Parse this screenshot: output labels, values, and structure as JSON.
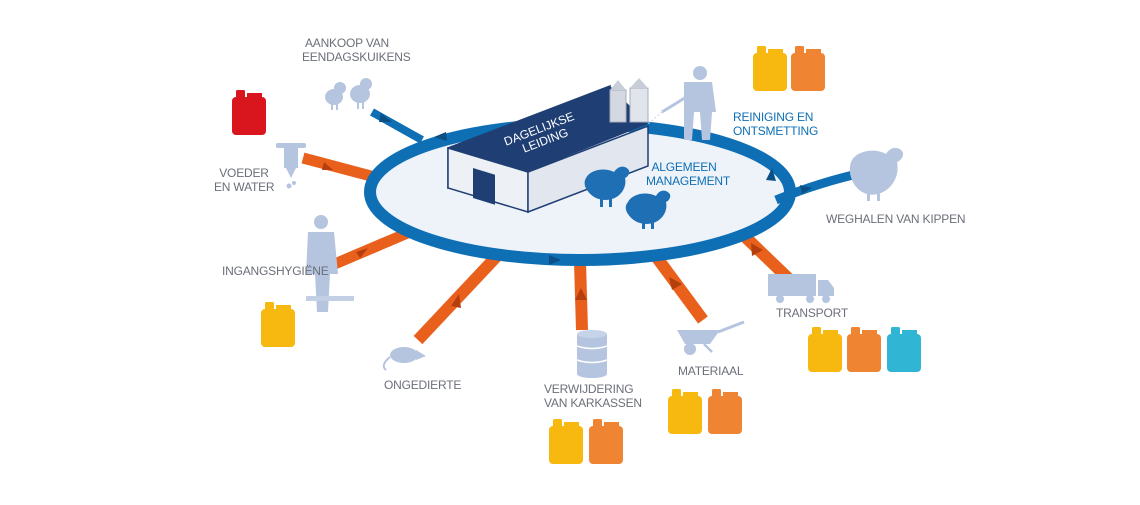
{
  "colors": {
    "ring_blue": "#0e6fb5",
    "barn_navy": "#1f3f74",
    "hen_blue": "#1f6fb5",
    "arrow_orange": "#e8601c",
    "silhouette": "#b5c4df",
    "ellipse_fill": "#eef3fa",
    "text_grey": "#6b6f78",
    "can_red": "#d9151e",
    "can_yellow": "#f7b90f",
    "can_orange": "#ef8432",
    "can_cyan": "#30b6d4"
  },
  "diagram": {
    "barn_label": [
      "DAGELIJKSE",
      "LEIDING"
    ],
    "center_label": [
      "ALGEMEEN",
      "MANAGEMENT"
    ],
    "nodes": {
      "aankoop": {
        "lines": [
          "AANKOOP VAN",
          "EENDAGSKUIKENS"
        ],
        "icon": "chick-icon",
        "cans": [],
        "flow": "in"
      },
      "voeder": {
        "lines": [
          "VOEDER",
          "EN WATER"
        ],
        "icon": "feeder-icon",
        "cans": [
          "red"
        ],
        "flow": "in"
      },
      "ingang": {
        "lines": [
          "INGANGSHYGIËNE"
        ],
        "icon": "person-icon",
        "cans": [
          "yellow"
        ],
        "flow": "in"
      },
      "ongedierte": {
        "lines": [
          "ONGEDIERTE"
        ],
        "icon": "rat-icon",
        "cans": [],
        "flow": "in"
      },
      "verwijdering": {
        "lines": [
          "VERWIJDERING",
          "VAN KARKASSEN"
        ],
        "icon": "barrel-icon",
        "cans": [
          "yellow",
          "orange"
        ],
        "flow": "in"
      },
      "materiaal": {
        "lines": [
          "MATERIAAL"
        ],
        "icon": "wheelbarrow-icon",
        "cans": [
          "yellow",
          "orange"
        ],
        "flow": "in"
      },
      "transport": {
        "lines": [
          "TRANSPORT"
        ],
        "icon": "truck-icon",
        "cans": [
          "yellow",
          "orange",
          "cyan"
        ],
        "flow": "in"
      },
      "weghalen": {
        "lines": [
          "WEGHALEN VAN KIPPEN"
        ],
        "icon": "hen-icon",
        "cans": [],
        "flow": "out"
      },
      "reiniging": {
        "lines": [
          "REINIGING EN",
          "ONTSMETTING"
        ],
        "icon": "sprayer-person-icon",
        "cans": [
          "yellow",
          "orange"
        ],
        "flow": "in"
      }
    }
  }
}
